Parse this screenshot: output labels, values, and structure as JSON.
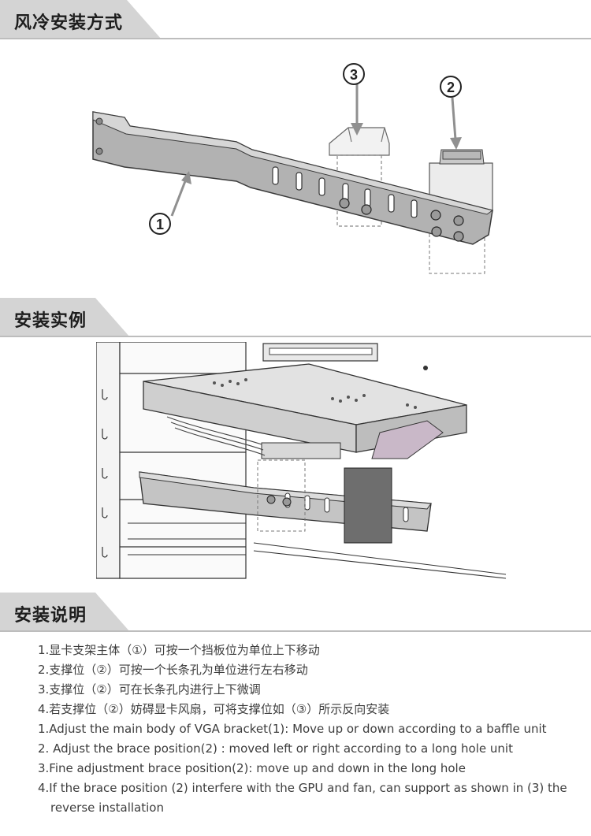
{
  "sections": {
    "air_cooling": {
      "title": "风冷安装方式"
    },
    "example": {
      "title": "安装实例"
    },
    "instructions": {
      "title": "安装说明"
    }
  },
  "diagram": {
    "callouts": {
      "c1": "1",
      "c2": "2",
      "c3": "3"
    }
  },
  "instructions": {
    "lines": [
      "1.显卡支架主体（①）可按一个挡板位为单位上下移动",
      "2.支撑位（②）可按一个长条孔为单位进行左右移动",
      "3.支撑位（②）可在长条孔内进行上下微调",
      "4.若支撑位（②）妨碍显卡风扇，可将支撑位如（③）所示反向安装",
      "1.Adjust the main body of VGA bracket(1): Move up or down according to a baffle unit",
      "2. Adjust the brace position(2) : moved left or right according to a long hole unit",
      "3.Fine adjustment brace position(2): move up and down in the long hole",
      "4.If the brace position (2) interfere with the GPU and fan, can support as shown in (3) the",
      "reverse installation"
    ]
  }
}
